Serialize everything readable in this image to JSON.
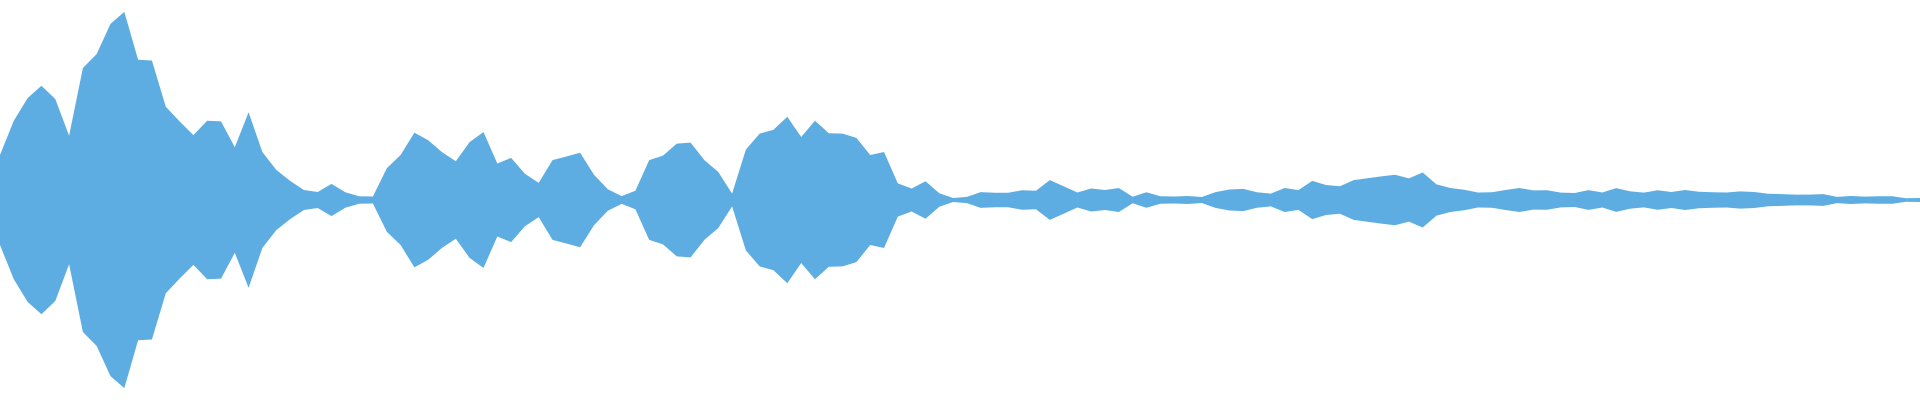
{
  "waveform": {
    "color": "#5DADE2",
    "background": "#FFFFFF",
    "amplitudes": [
      0.3,
      0.4,
      0.58,
      0.62,
      0.52,
      0.4,
      0.66,
      0.88,
      0.92,
      1.0,
      0.82,
      0.7,
      0.6,
      0.4,
      0.36,
      0.44,
      0.4,
      0.34,
      0.44,
      0.28,
      0.16,
      0.1,
      0.06,
      0.04,
      0.1,
      0.04,
      0.02,
      0.02,
      0.16,
      0.3,
      0.34,
      0.34,
      0.26,
      0.2,
      0.36,
      0.34,
      0.22,
      0.22,
      0.14,
      0.1,
      0.2,
      0.28,
      0.24,
      0.14,
      0.06,
      0.02,
      0.06,
      0.2,
      0.26,
      0.3,
      0.3,
      0.24,
      0.14,
      0.04,
      0.26,
      0.36,
      0.4,
      0.42,
      0.42,
      0.4,
      0.38,
      0.36,
      0.32,
      0.28,
      0.24,
      0.1,
      0.06,
      0.1,
      0.04,
      0.01,
      0.02,
      0.04,
      0.04,
      0.04,
      0.05,
      0.06,
      0.1,
      0.08,
      0.04,
      0.06,
      0.06,
      0.06,
      0.02,
      0.04,
      0.02,
      0.02,
      0.02,
      0.02,
      0.04,
      0.06,
      0.06,
      0.04,
      0.04,
      0.06,
      0.06,
      0.1,
      0.08,
      0.08,
      0.1,
      0.14,
      0.12,
      0.14,
      0.12,
      0.14,
      0.1,
      0.06,
      0.06,
      0.04,
      0.04,
      0.06,
      0.06,
      0.06,
      0.05,
      0.04,
      0.04,
      0.05,
      0.05,
      0.06,
      0.05,
      0.04,
      0.05,
      0.05,
      0.05,
      0.05,
      0.04,
      0.04,
      0.05,
      0.04,
      0.04,
      0.03,
      0.03,
      0.03,
      0.03,
      0.02,
      0.02,
      0.02,
      0.02,
      0.02,
      0.01,
      0.01
    ]
  }
}
